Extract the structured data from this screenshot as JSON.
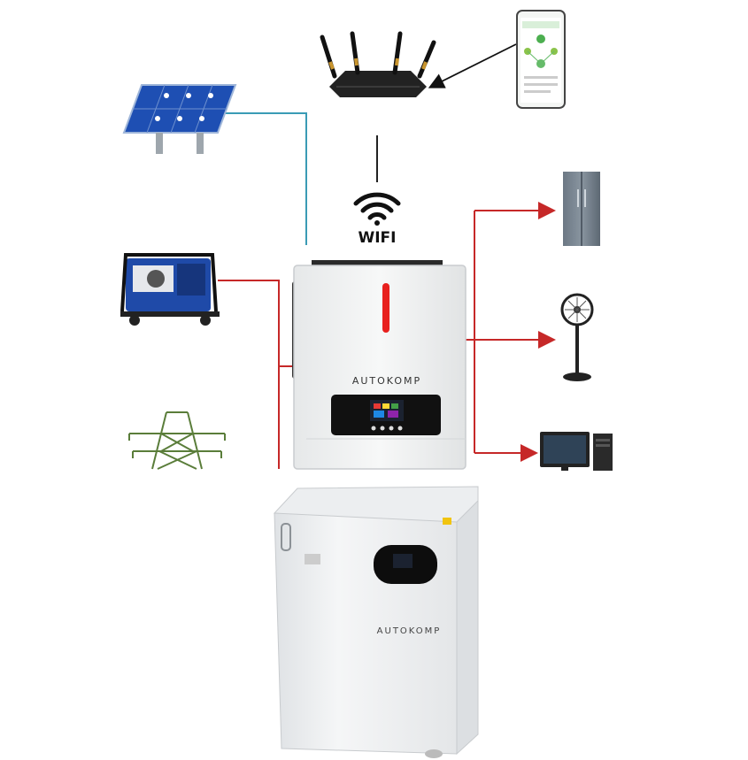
{
  "wifi_label": "WIFI",
  "inverter_brand": "AUTOKOMP",
  "battery_brand": "AUTOKOMP",
  "colors": {
    "ac_line": "#c62828",
    "pv_line": "#3a9bb5",
    "signal_line": "#222222",
    "device_body": "#f2f3f3",
    "indicator": "#e8201e"
  },
  "nodes": {
    "router": "router-icon",
    "phone": "smartphone-icon",
    "solar": "solar-panel-icon",
    "generator": "generator-icon",
    "grid": "power-pylon-icon",
    "fridge": "refrigerator-icon",
    "fan": "standing-fan-icon",
    "computer": "desktop-computer-icon"
  }
}
